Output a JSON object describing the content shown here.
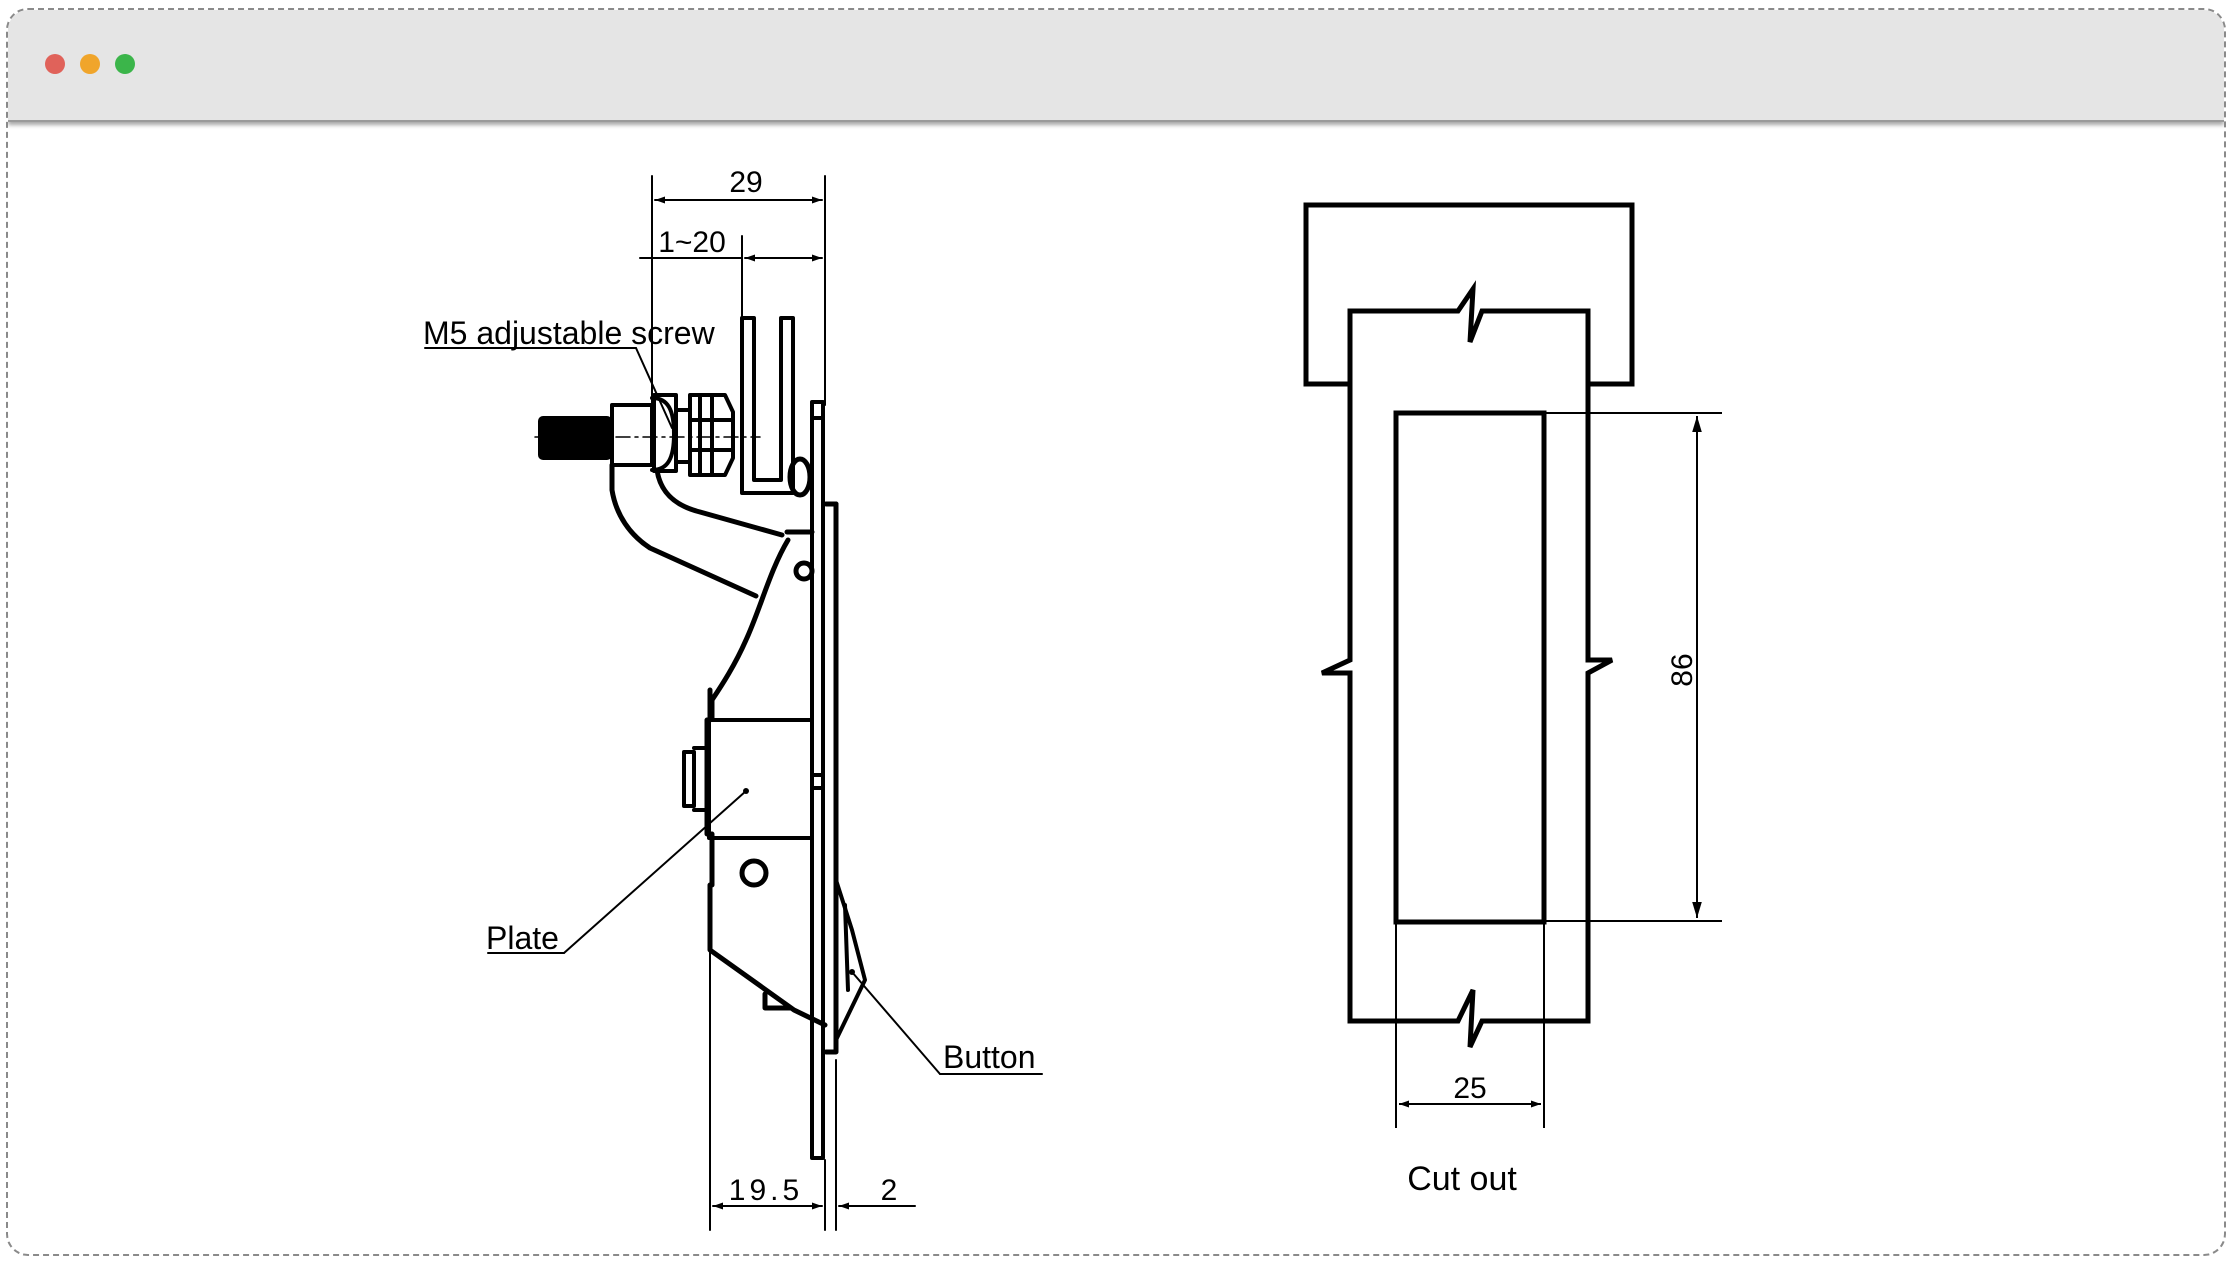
{
  "window": {
    "controls": [
      {
        "name": "close",
        "color": "#e0625a"
      },
      {
        "name": "minimize",
        "color": "#f0a52b"
      },
      {
        "name": "zoom",
        "color": "#3bb54a"
      }
    ]
  },
  "side_view": {
    "dim_overall_depth": "29",
    "dim_adjust_range": "1~20",
    "dim_body_depth": "19.5",
    "dim_button_projection": "2",
    "label_screw": "M5 adjustable screw",
    "label_plate": "Plate",
    "label_button": "Button"
  },
  "cutout_view": {
    "dim_height": "86",
    "dim_width": "25",
    "label_cutout": "Cut out"
  },
  "colors": {
    "line": "#000000",
    "titlebar": "#e5e5e5"
  }
}
